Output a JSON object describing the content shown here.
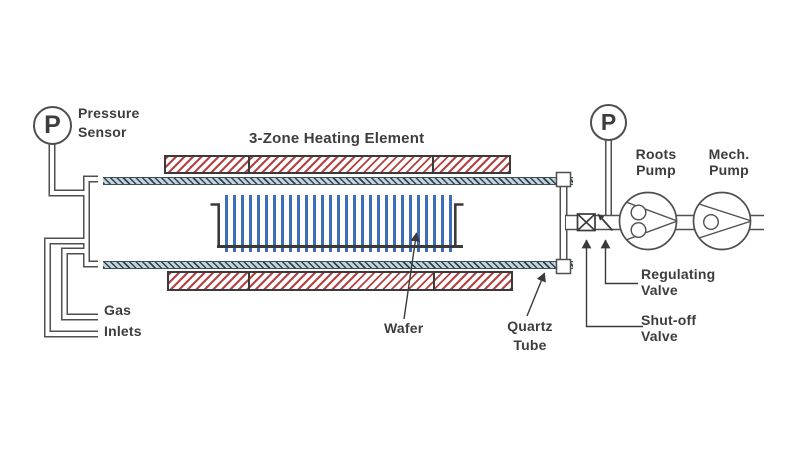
{
  "labels": {
    "pressure_sensor": "Pressure\nSensor",
    "heating_element": "3-Zone Heating Element",
    "gas_inlets": "Gas\nInlets",
    "wafer": "Wafer",
    "quartz_tube": "Quartz\nTube",
    "regulating_valve": "Regulating\nValve",
    "shut_off_valve": "Shut-off\nValve",
    "roots_pump": "Roots\nPump",
    "mech_pump": "Mech.\nPump",
    "gauge_letter": "P"
  },
  "colors": {
    "background": "#ffffff",
    "line": "#4f4f4f",
    "text": "#3d3d3d",
    "heater_stripe": "#b54242",
    "heater_border": "#3a3a3a",
    "tube_fill": "#bfd4dd",
    "tube_hatch": "#334049",
    "wafer_blue": "#3f6cb8",
    "boat": "#3a3a3a"
  }
}
